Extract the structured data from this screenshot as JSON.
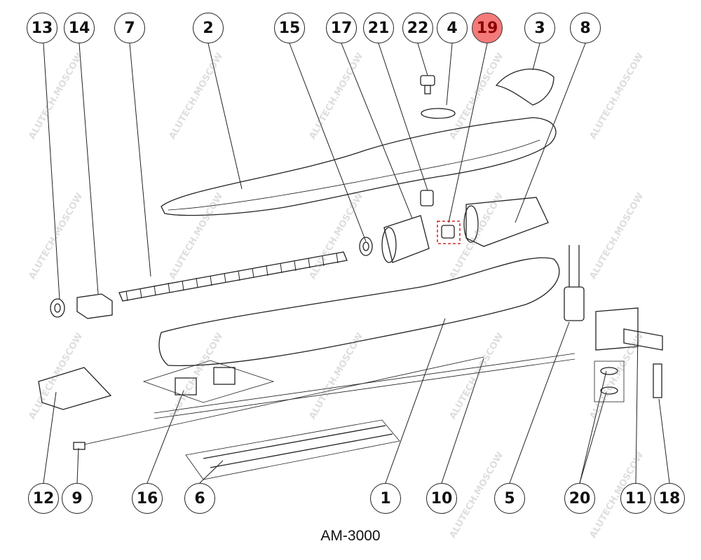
{
  "caption": "AM-3000",
  "watermark": "ALUTECH.MOSCOW",
  "highlight_color": "#f47a7a",
  "callouts": [
    {
      "label": "13"
    },
    {
      "label": "14"
    },
    {
      "label": "7"
    },
    {
      "label": "2"
    },
    {
      "label": "15"
    },
    {
      "label": "17"
    },
    {
      "label": "21"
    },
    {
      "label": "22"
    },
    {
      "label": "4"
    },
    {
      "label": "19",
      "highlighted": true
    },
    {
      "label": "3"
    },
    {
      "label": "8"
    },
    {
      "label": "12"
    },
    {
      "label": "9"
    },
    {
      "label": "16"
    },
    {
      "label": "6"
    },
    {
      "label": "1"
    },
    {
      "label": "10"
    },
    {
      "label": "5"
    },
    {
      "label": "20"
    },
    {
      "label": "11"
    },
    {
      "label": "18"
    }
  ]
}
